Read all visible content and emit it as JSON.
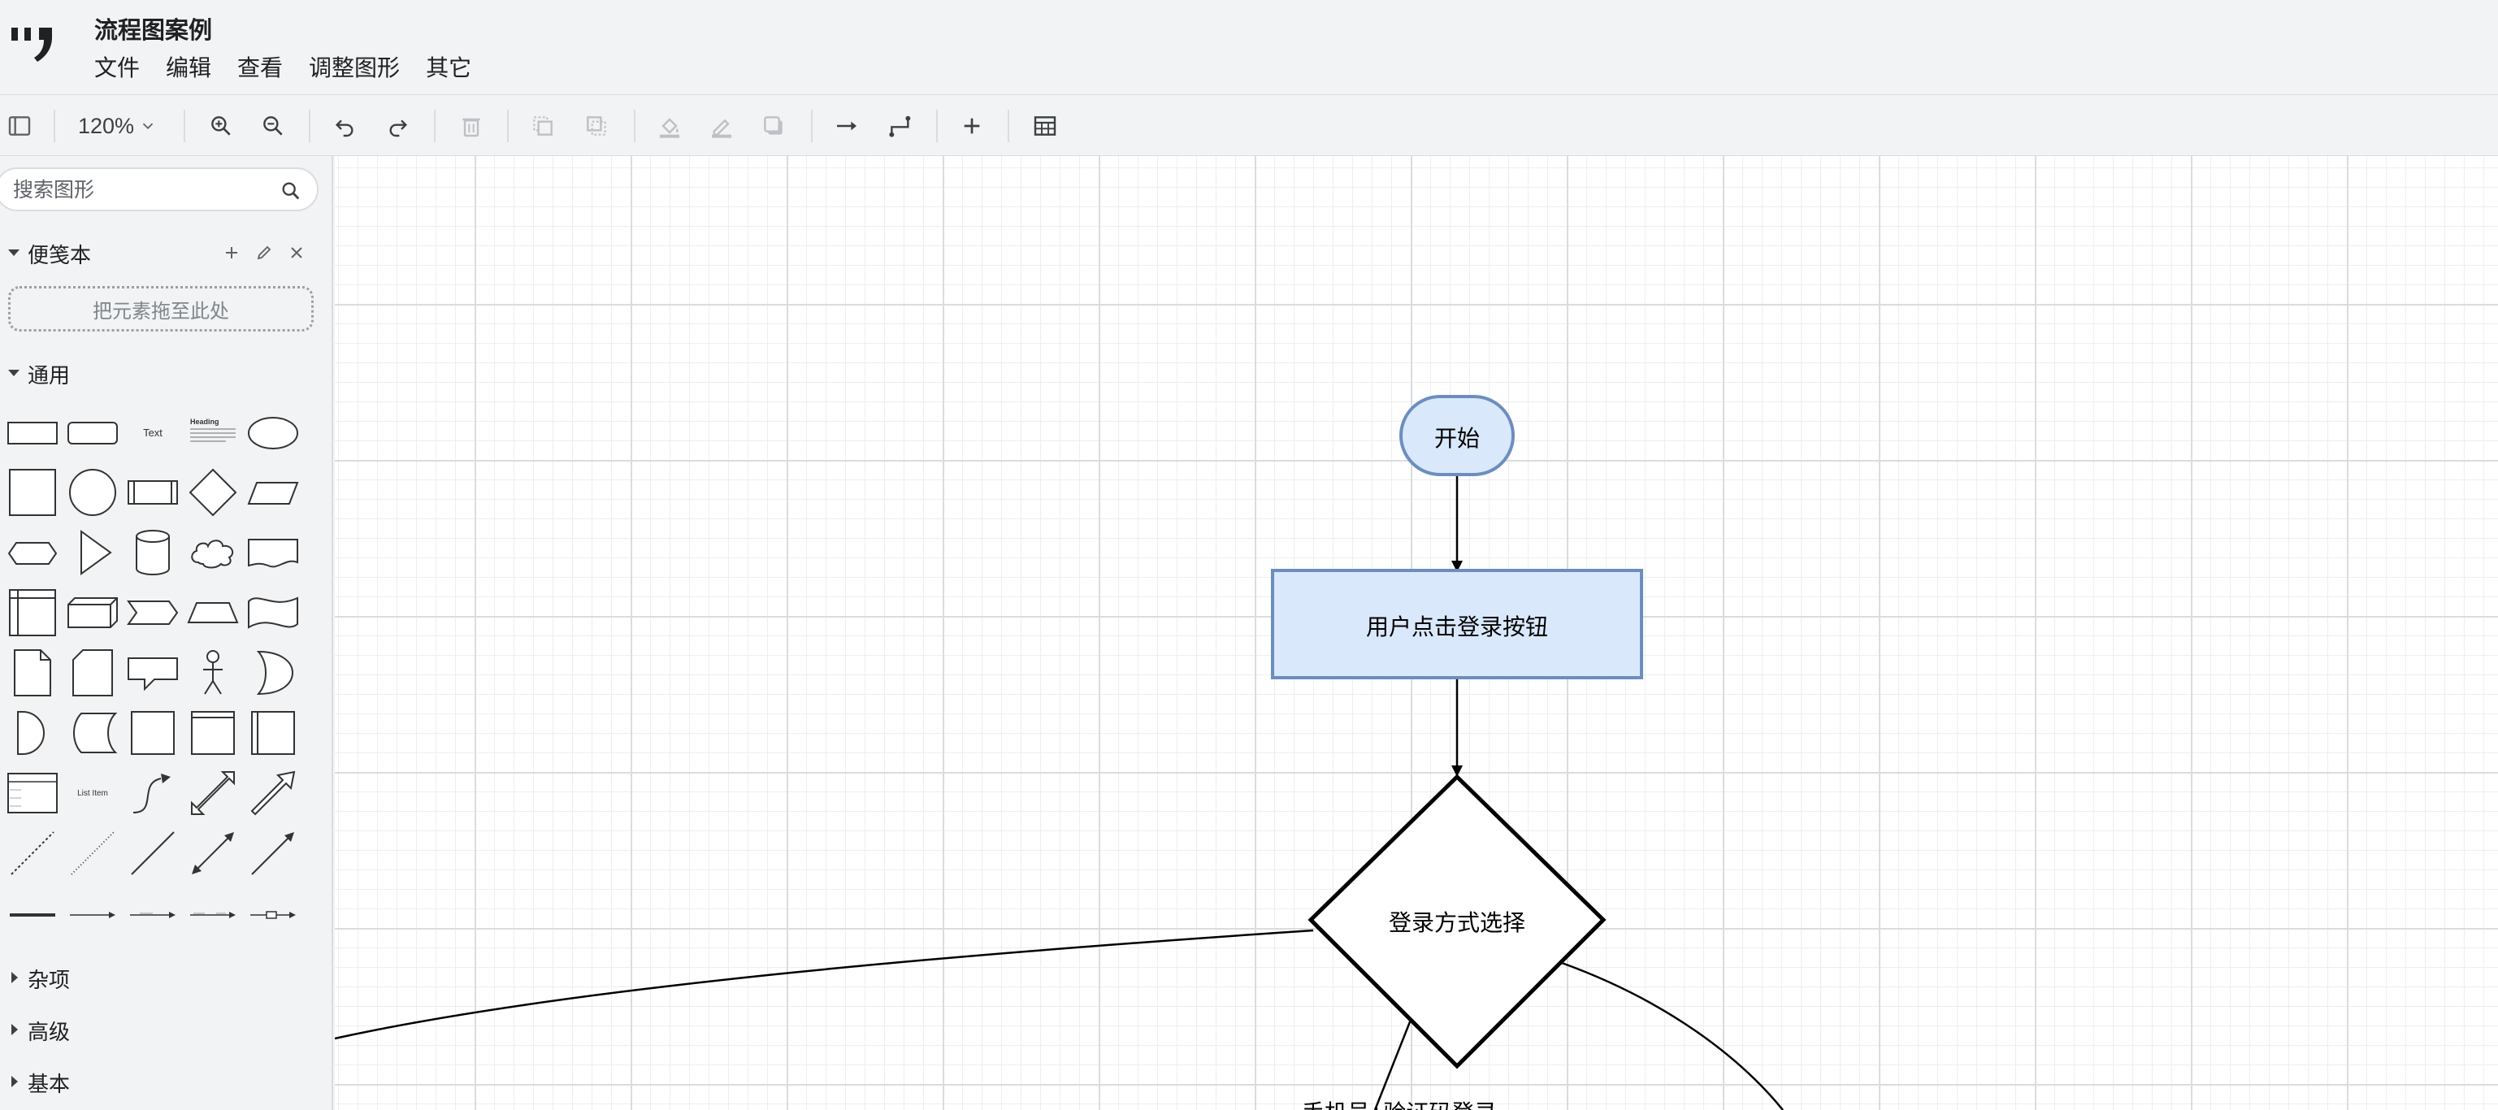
{
  "app": {
    "title": "流程图案例",
    "menu": [
      "文件",
      "编辑",
      "查看",
      "调整图形",
      "其它"
    ]
  },
  "toolbar": {
    "zoom": "120%",
    "icons": [
      "sidebar-toggle-icon",
      "zoom-in-icon",
      "zoom-out-icon",
      "undo-icon",
      "redo-icon",
      "delete-icon",
      "to-front-icon",
      "to-back-icon",
      "fill-color-icon",
      "line-color-icon",
      "shadow-icon",
      "connection-arrow-icon",
      "waypoints-icon",
      "insert-icon",
      "table-icon"
    ]
  },
  "sidebar": {
    "search_placeholder": "搜索图形",
    "scratchpad": {
      "label": "便笺本",
      "drop_hint": "把元素拖至此处"
    },
    "general": {
      "label": "通用",
      "text_shape_label": "Text",
      "heading_shape_label": "Heading",
      "list_item_label": "List Item"
    },
    "collapsed_sections": [
      "杂项",
      "高级",
      "基本"
    ]
  },
  "diagram": {
    "start": "开始",
    "step1": "用户点击登录按钮",
    "decision": "登录方式选择",
    "edge_label_partial": "手机号+验证码登录"
  },
  "colors": {
    "node_fill": "#dae8fc",
    "node_stroke": "#6c8ebf",
    "grid": "#dadce0"
  }
}
